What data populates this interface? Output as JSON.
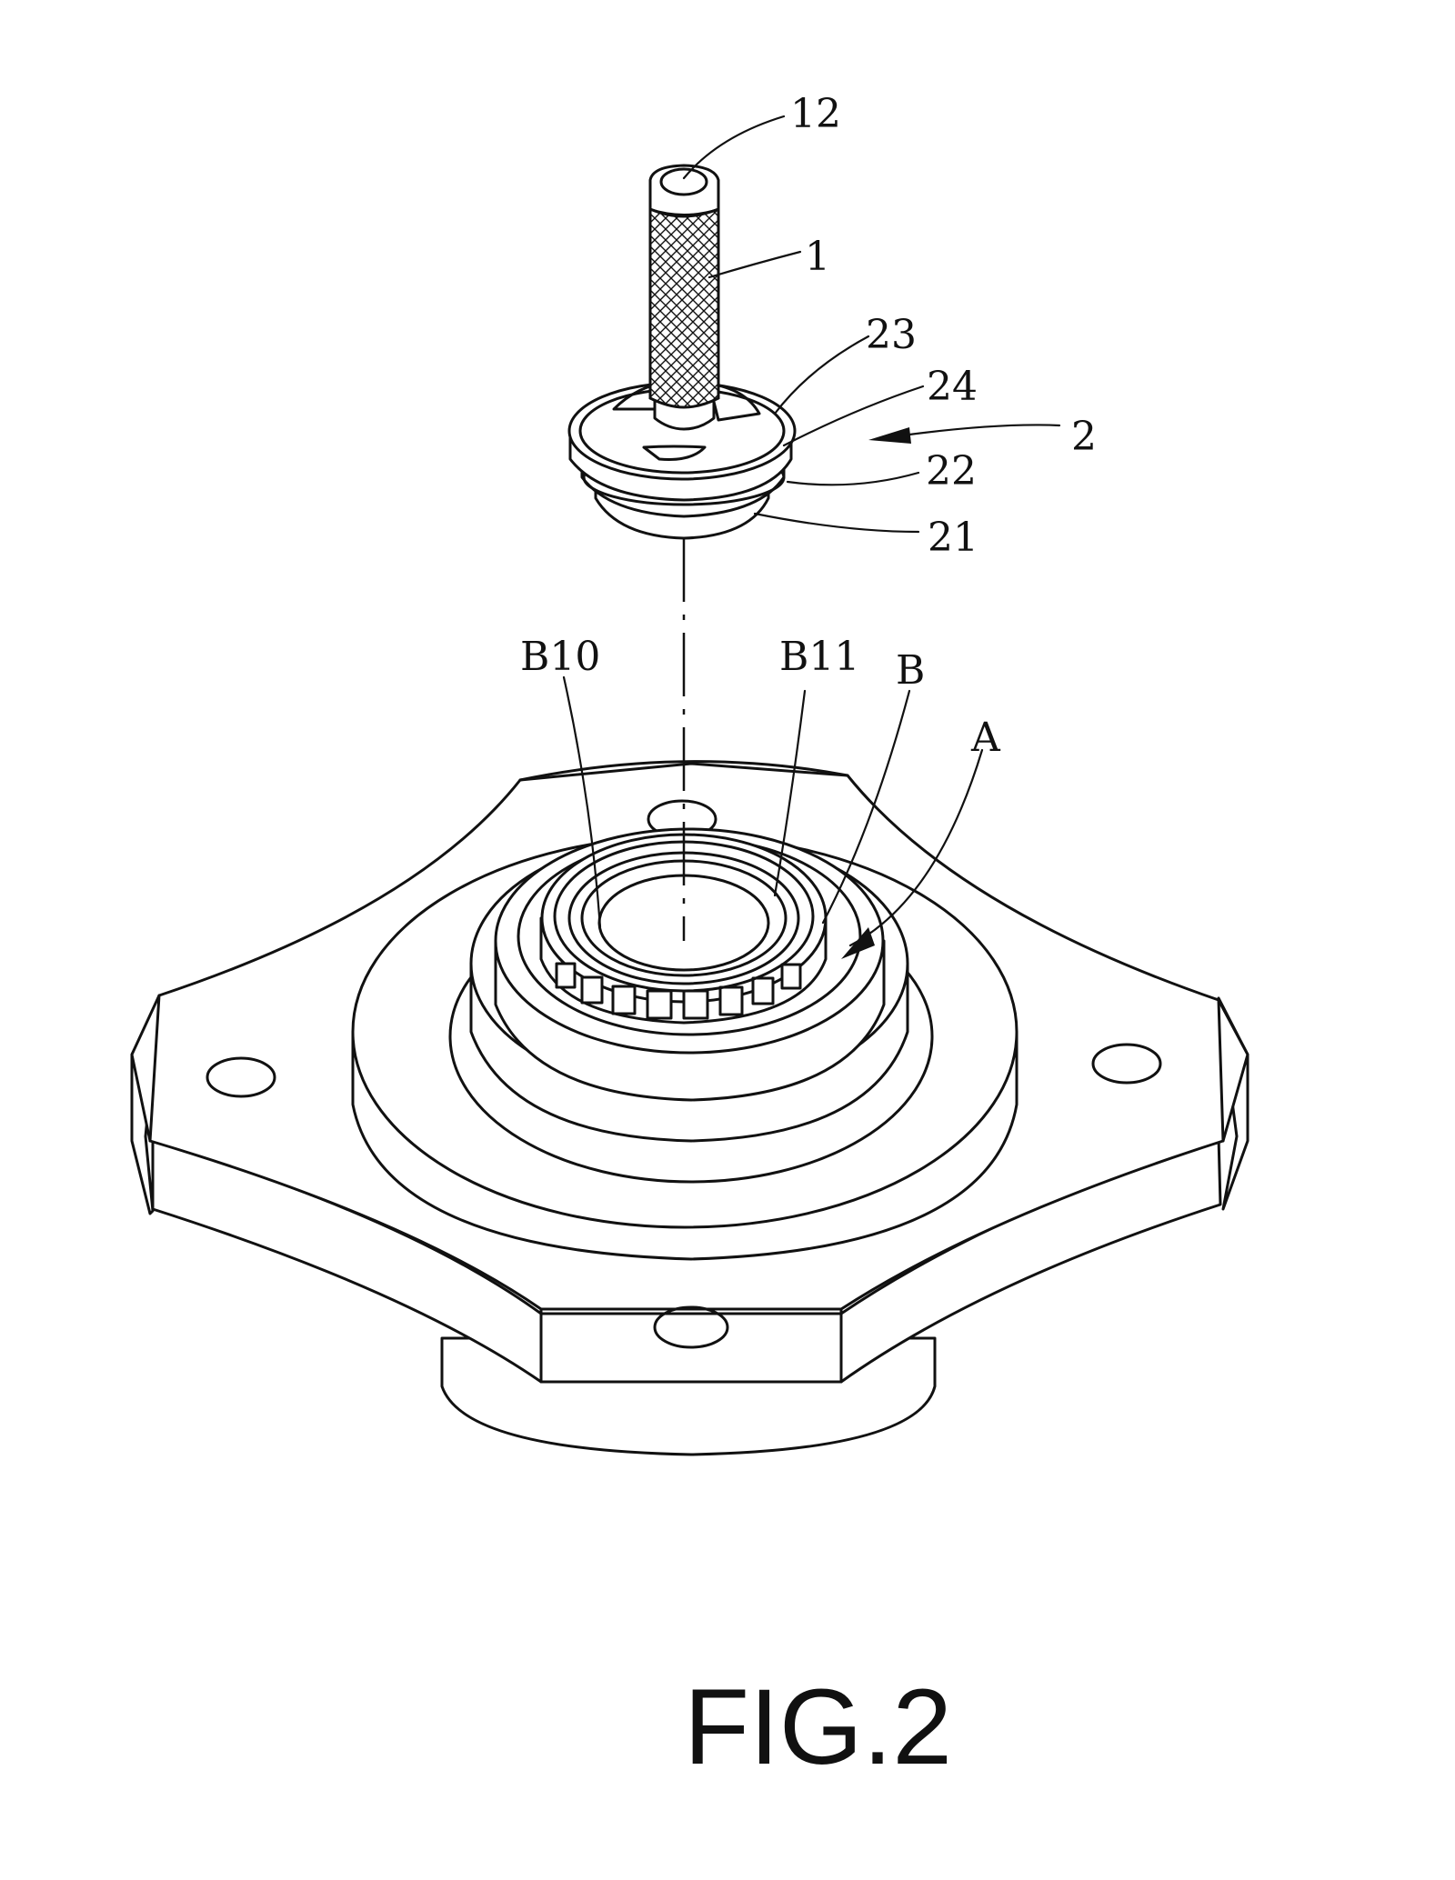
{
  "figure": {
    "title": "FIG.2",
    "reference_labels": {
      "l12": "12",
      "l1": "1",
      "l23": "23",
      "l24": "24",
      "l2": "2",
      "l22": "22",
      "l21": "21",
      "lB10": "B10",
      "lB11": "B11",
      "lB": "B",
      "lA": "A"
    }
  }
}
